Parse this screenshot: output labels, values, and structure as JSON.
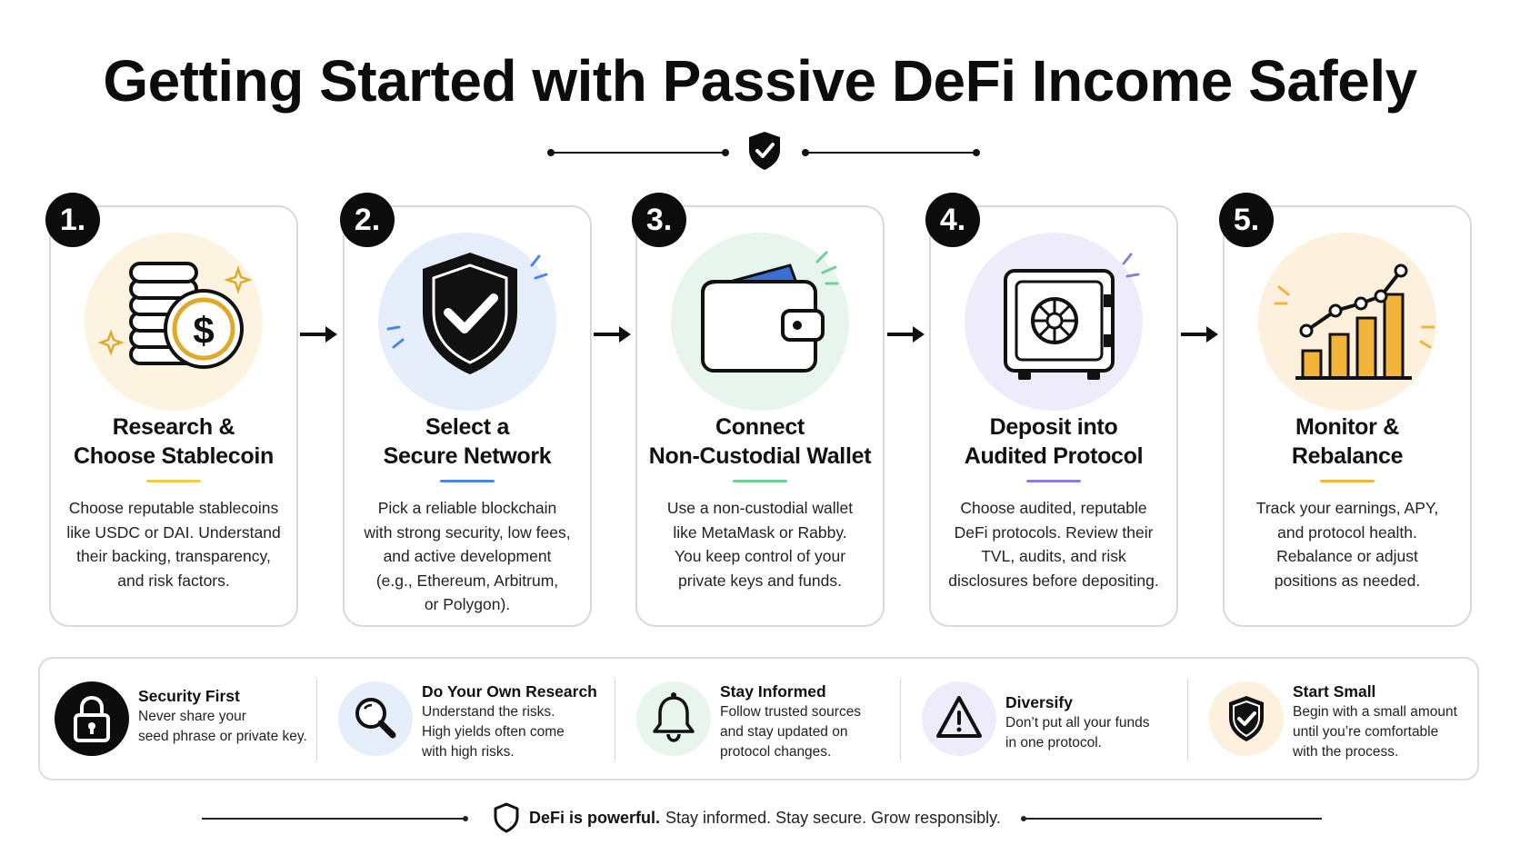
{
  "title": "Getting Started with Passive DeFi Income Safely",
  "steps": [
    {
      "number": "1.",
      "title_lines": [
        "Research &",
        "Choose Stablecoin"
      ],
      "desc_lines": [
        "Choose reputable stablecoins",
        "like USDC or DAI. Understand",
        "their backing, transparency,",
        "and risk factors."
      ],
      "accent": "#f2c94c",
      "tint": "#fdf3e1",
      "icon": "coin-stack-icon"
    },
    {
      "number": "2.",
      "title_lines": [
        "Select a",
        "Secure Network"
      ],
      "desc_lines": [
        "Pick a reliable blockchain",
        "with strong security, low fees,",
        "and active development",
        "(e.g., Ethereum, Arbitrum,",
        "or Polygon)."
      ],
      "accent": "#4a86e8",
      "tint": "#e6eefb",
      "icon": "shield-check-icon"
    },
    {
      "number": "3.",
      "title_lines": [
        "Connect",
        "Non-Custodial Wallet"
      ],
      "desc_lines": [
        "Use a non-custodial wallet",
        "like MetaMask or Rabby.",
        "You keep control of your",
        "private keys and funds."
      ],
      "accent": "#6fcf97",
      "tint": "#e8f5ec",
      "icon": "wallet-icon"
    },
    {
      "number": "4.",
      "title_lines": [
        "Deposit into",
        "Audited Protocol"
      ],
      "desc_lines": [
        "Choose audited, reputable",
        "DeFi protocols. Review their",
        "TVL, audits, and risk",
        "disclosures before depositing."
      ],
      "accent": "#8e7cdc",
      "tint": "#eeebfb",
      "icon": "vault-icon"
    },
    {
      "number": "5.",
      "title_lines": [
        "Monitor &",
        "Rebalance"
      ],
      "desc_lines": [
        "Track your earnings, APY,",
        "and protocol health.",
        "Rebalance or adjust",
        "positions as needed."
      ],
      "accent": "#f2b43a",
      "tint": "#fdf0dc",
      "icon": "growth-chart-icon"
    }
  ],
  "tips": [
    {
      "title": "Security First",
      "lines": [
        "Never share your",
        "seed phrase or private key."
      ],
      "tint": "#0c0c0c",
      "icon": "lock-icon"
    },
    {
      "title": "Do Your Own Research",
      "lines": [
        "Understand the risks.",
        "High yields often come",
        "with high risks."
      ],
      "tint": "#e6eefb",
      "icon": "magnifier-icon"
    },
    {
      "title": "Stay Informed",
      "lines": [
        "Follow trusted sources",
        "and stay updated on",
        "protocol changes."
      ],
      "tint": "#e8f5ec",
      "icon": "bell-icon"
    },
    {
      "title": "Diversify",
      "lines": [
        "Don’t put all your funds",
        "in one protocol."
      ],
      "tint": "#eeebfb",
      "icon": "warning-icon"
    },
    {
      "title": "Start Small",
      "lines": [
        "Begin with a small amount",
        "until you’re comfortable",
        "with the process."
      ],
      "tint": "#fdf0dc",
      "icon": "shield-check-icon"
    }
  ],
  "footer": {
    "bold": "DeFi is powerful.",
    "rest": "Stay informed. Stay secure. Grow responsibly.",
    "icon": "shield-icon"
  }
}
